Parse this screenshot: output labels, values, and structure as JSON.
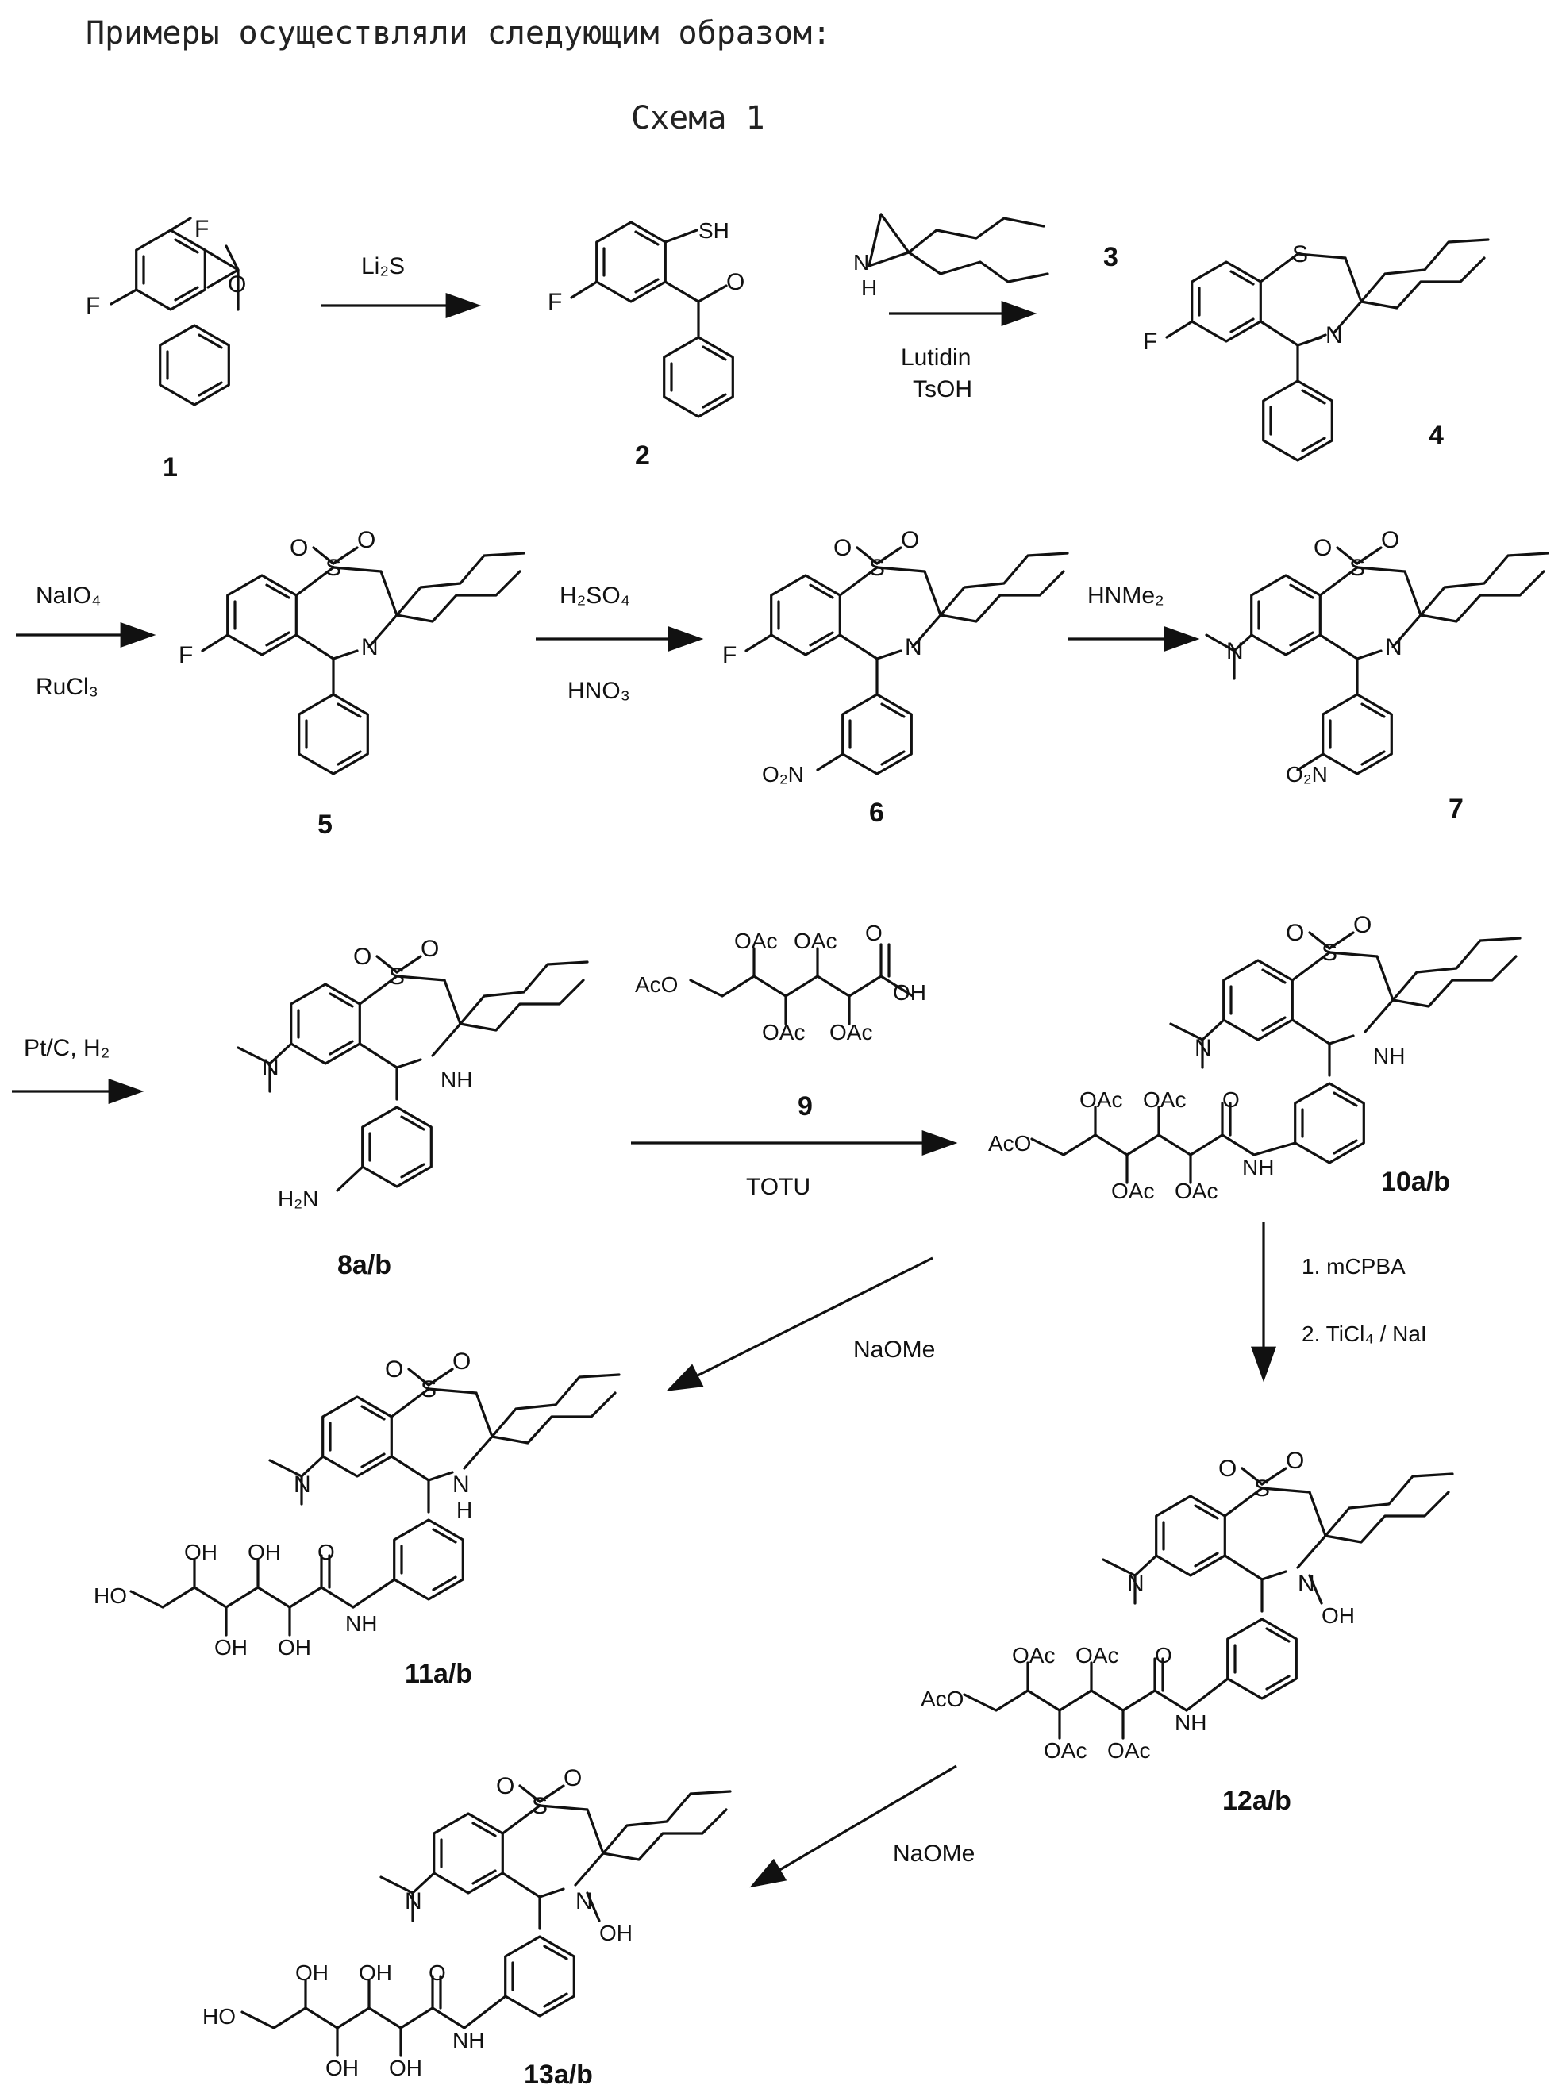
{
  "heading": "Примеры осуществляли следующим образом:",
  "scheme_title": "Схема 1",
  "compounds": {
    "c1": "1",
    "c2": "2",
    "c3": "3",
    "c4": "4",
    "c5": "5",
    "c6": "6",
    "c7": "7",
    "c8": "8a/b",
    "c9": "9",
    "c10": "10a/b",
    "c11": "11a/b",
    "c12": "12a/b",
    "c13": "13a/b"
  },
  "reagents": {
    "r1": "Li₂S",
    "r2a": "Lutidin",
    "r2b": "TsOH",
    "r3a": "NaIO₄",
    "r3b": "RuCl₃",
    "r4a": "H₂SO₄",
    "r4b": "HNO₃",
    "r5": "HNMe₂",
    "r6": "Pt/C, H₂",
    "r7": "TOTU",
    "r8a": "1. mCPBA",
    "r8b": "2. TiCl₄ / NaI",
    "r9": "NaOMe",
    "r10": "NaOMe"
  },
  "atoms": {
    "F": "F",
    "SH": "SH",
    "S": "S",
    "N": "N",
    "NH": "NH",
    "H": "H",
    "O": "O",
    "OAc": "OAc",
    "AcO": "AcO",
    "OH": "OH",
    "HO": "HO",
    "OH_acid": "OH",
    "O2N": "O₂N",
    "H2N": "H₂N",
    "OH_N": "OH"
  }
}
